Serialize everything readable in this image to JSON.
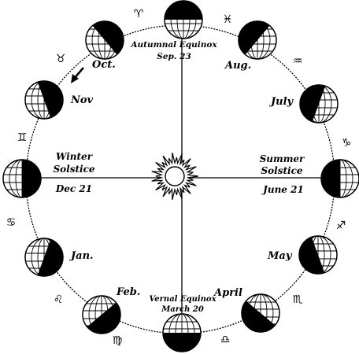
{
  "colors": {
    "ink": "#000000",
    "paper": "#ffffff"
  },
  "labels": {
    "autumnal_line1": "Autumnal Equinox",
    "autumnal_line2": "Sep. 23",
    "winter_line1": "Winter",
    "winter_line2": "Solstice",
    "winter_line3": "Dec 21",
    "summer_line1": "Summer",
    "summer_line2": "Solstice",
    "summer_line3": "June 21",
    "vernal_line1": "Vernal Equinox",
    "vernal_line2": "March 20",
    "oct": "Oct.",
    "aug": "Aug.",
    "nov": "Nov",
    "july": "July",
    "jan": "Jan.",
    "may": "May",
    "feb": "Feb.",
    "april": "April"
  },
  "zodiac": {
    "top_left": "♈",
    "top_right": "♓",
    "upper_left": "♉",
    "upper_right": "♒",
    "left_upper": "♊",
    "right_upper": "♑",
    "left_lower": "♋",
    "right_lower": "♐",
    "lower_left": "♌",
    "lower_right": "♏",
    "bottom_left": "♍",
    "bottom_right": "♎"
  },
  "icons": {
    "sun": "sun-icon",
    "earth": "earth-globe-icon",
    "arrow": "direction-arrow-icon"
  }
}
